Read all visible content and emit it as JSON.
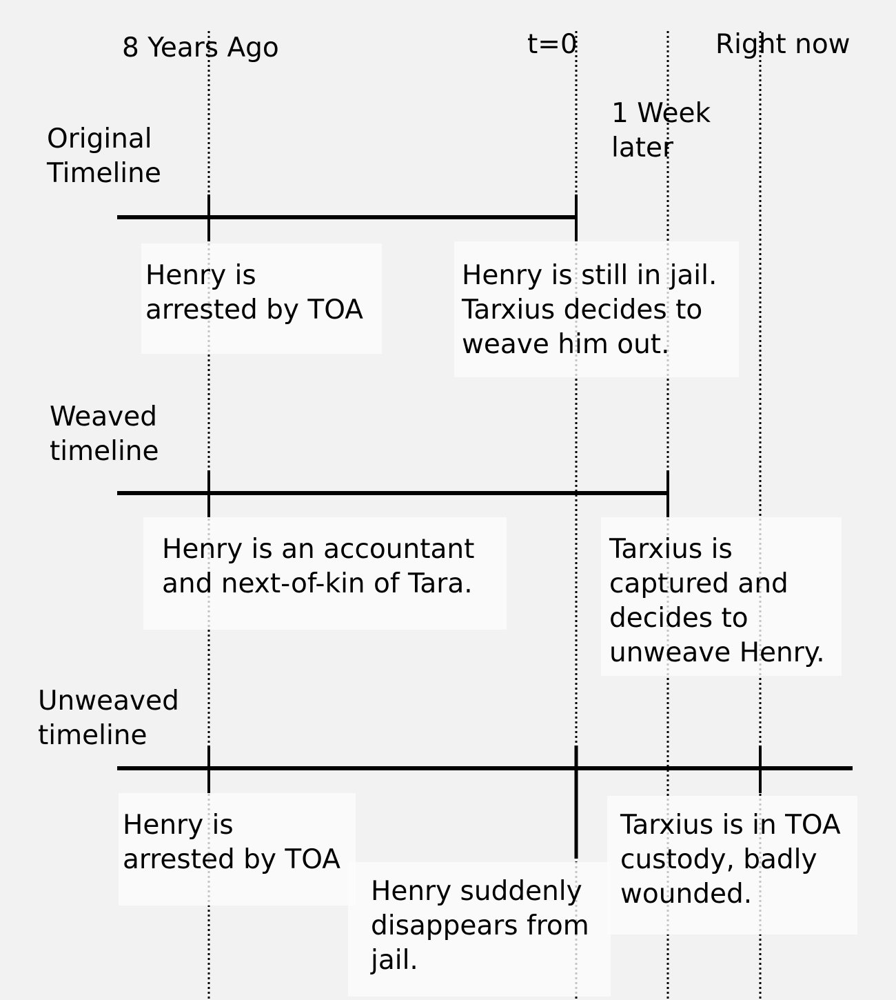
{
  "time_labels": {
    "eight_years_ago": "8 Years Ago",
    "t_zero": "t=0",
    "one_week_later": "1 Week\nlater",
    "right_now": "Right now"
  },
  "timelines": {
    "original": {
      "name": "Original\nTimeline",
      "events": [
        "Henry is\narrested by TOA",
        "Henry is still in jail.\nTarxius decides to\nweave him out."
      ]
    },
    "weaved": {
      "name": "Weaved\ntimeline",
      "events": [
        "Henry is an accountant\nand next-of-kin of Tara.",
        "Tarxius is\ncaptured and\ndecides to\nunweave Henry."
      ]
    },
    "unweaved": {
      "name": "Unweaved\ntimeline",
      "events": [
        "Henry is\narrested by TOA",
        "Henry suddenly\ndisappears from\njail.",
        "Tarxius is in TOA\ncustody, badly\nwounded."
      ]
    }
  },
  "colors": {
    "background": "#f2f2f2",
    "line": "#000000",
    "box": "#fcfcfc"
  }
}
